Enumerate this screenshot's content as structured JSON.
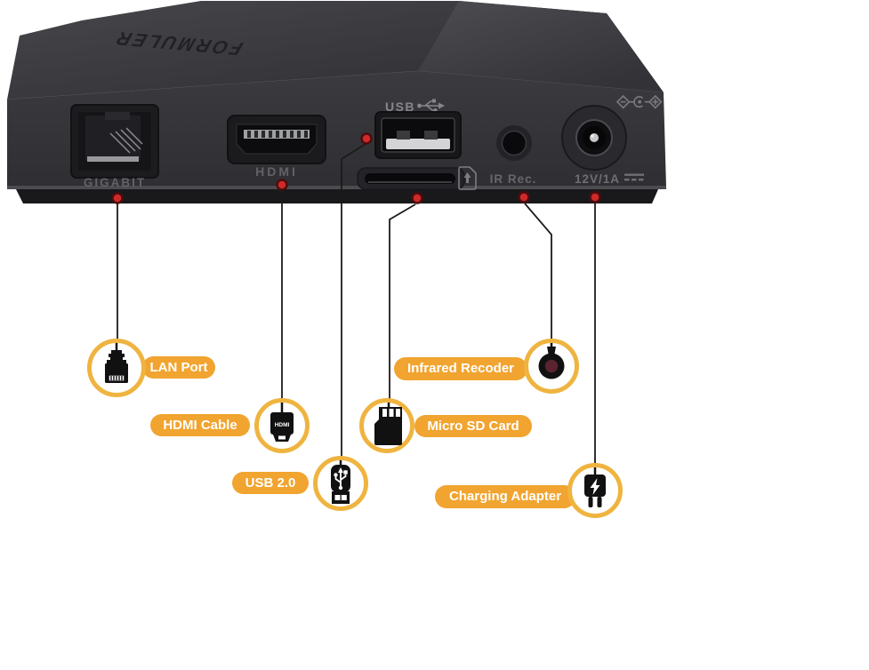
{
  "device": {
    "brand_logo": "FORMULER",
    "panel": {
      "lan_label": "GIGABIT",
      "hdmi_label": "HDMI",
      "usb_label": "USB",
      "ir_label": "IR Rec.",
      "power_label": "12V/1A"
    }
  },
  "callouts": {
    "lan": {
      "label": "LAN Port"
    },
    "hdmi": {
      "label": "HDMI Cable",
      "connector_text": "HDMI"
    },
    "usb": {
      "label": "USB 2.0"
    },
    "ir": {
      "label": "Infrared Recoder"
    },
    "sd": {
      "label": "Micro SD Card"
    },
    "power": {
      "label": "Charging Adapter"
    }
  },
  "colors": {
    "pill_orange": "#F1A42F",
    "ring_gold": "#EFB440",
    "marker_red": "#CF2A2A",
    "line_black": "#1B1B1B",
    "device_body": "#333337"
  }
}
